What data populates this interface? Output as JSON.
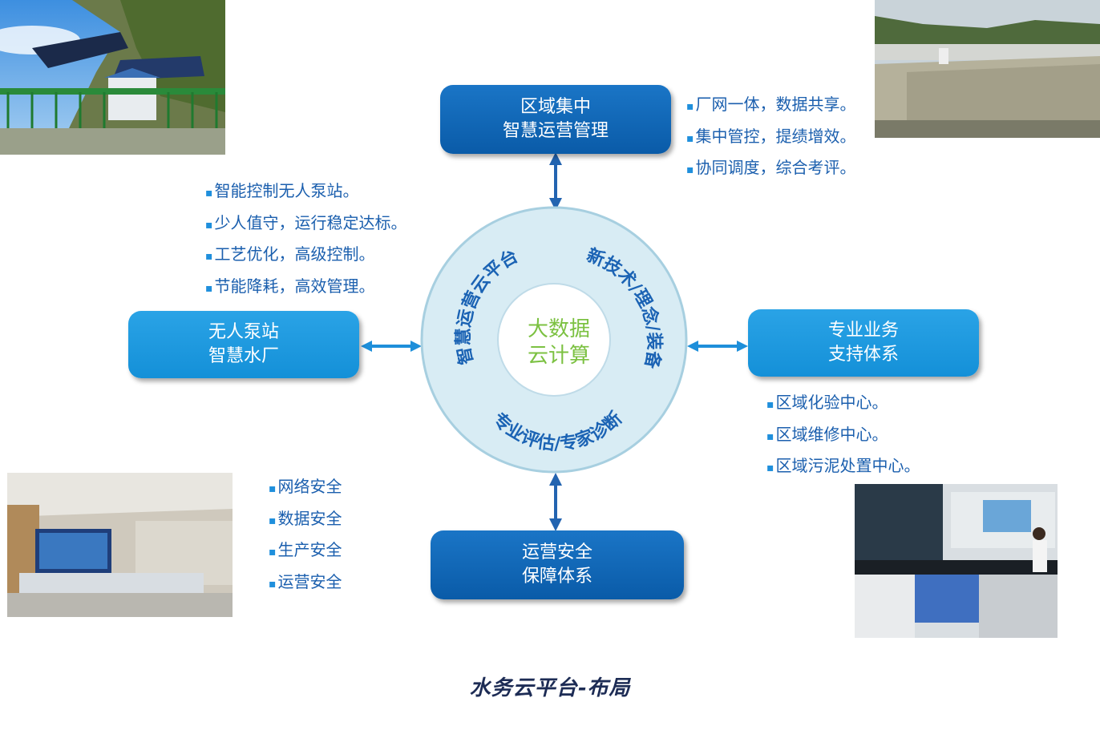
{
  "top_box": {
    "line1": "区域集中",
    "line2": "智慧运营管理"
  },
  "left_box": {
    "line1": "无人泵站",
    "line2": "智慧水厂"
  },
  "right_box": {
    "line1": "专业业务",
    "line2": "支持体系"
  },
  "bottom_box": {
    "line1": "运营安全",
    "line2": "保障体系"
  },
  "center": {
    "inner_line1": "大数据",
    "inner_line2": "云计算",
    "ring_left": "智慧运营云平台",
    "ring_right": "新技术/理念/装备",
    "ring_bottom": "专业评估/专家诊断"
  },
  "top_bullets": [
    "厂网一体，数据共享。",
    "集中管控，提绩增效。",
    "协同调度，综合考评。"
  ],
  "left_bullets": [
    "智能控制无人泵站。",
    "少人值守，运行稳定达标。",
    "工艺优化，高级控制。",
    "节能降耗，高效管理。"
  ],
  "right_bullets": [
    "区域化验中心。",
    "区域维修中心。",
    "区域污泥处置中心。"
  ],
  "bottom_bullets": [
    "网络安全",
    "数据安全",
    "生产安全",
    "运营安全"
  ],
  "caption": "水务云平台-布局",
  "colors": {
    "dark_box": "#0a5ba8",
    "light_box": "#1490d8",
    "ring": "#d8ecf4",
    "text_blue": "#1b5fae",
    "green": "#7cc142"
  }
}
